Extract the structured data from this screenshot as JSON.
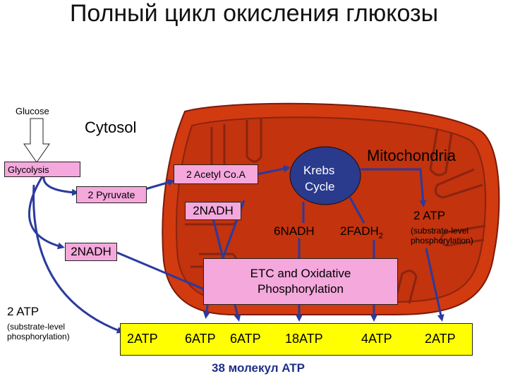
{
  "title": "Полный цикл окисления глюкозы",
  "labels": {
    "glucose": "Glucose",
    "cytosol": "Cytosol",
    "mitochondria": "Mitochondria",
    "glycolysis": "Glycolysis",
    "acetyl_coa": "2 Acetyl Co.A",
    "pyruvate": "2 Pyruvate",
    "krebs_line1": "Krebs",
    "krebs_line2": "Cycle",
    "nadh_2_mito": "2NADH",
    "nadh_6": "6NADH",
    "fadh2_main": "2FADH",
    "fadh2_sub": "2",
    "atp_2_mito": "2 ATP",
    "substrate_mito": "(substrate-level phosphorylation)",
    "nadh_2_cyto": "2NADH",
    "etc_line1": "ETC and Oxidative",
    "etc_line2": "Phosphorylation",
    "atp_2_left": "2 ATP",
    "substrate_left": "(substrate-level phosphorylation)",
    "total": "38 молекул ATP"
  },
  "atp_row": [
    "2ATP",
    "6ATP",
    "6ATP",
    "18ATP",
    "4ATP",
    "2ATP"
  ],
  "colors": {
    "outer_membrane": "#d23a10",
    "inner_membrane": "#9a2a18",
    "arrow": "#2b3a9e",
    "pink": "#f4a8dc",
    "yellow": "#ffff00",
    "text_blue": "#1f2f8a"
  }
}
